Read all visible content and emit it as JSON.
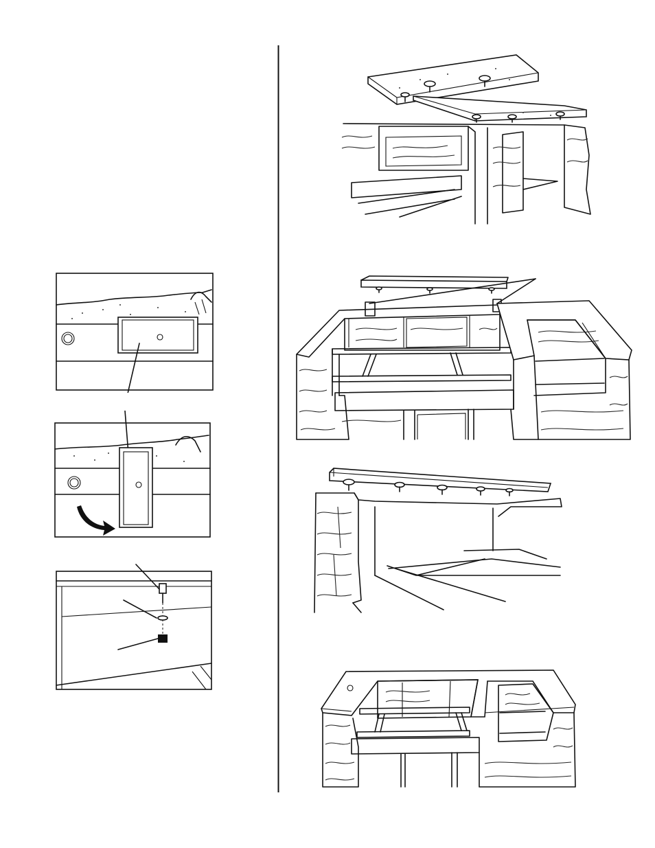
{
  "page": {
    "figures": [
      {
        "id": "countertop-lowering",
        "kind": "illustration"
      },
      {
        "id": "front-panel-installation",
        "kind": "illustration"
      },
      {
        "id": "side-panel-installation",
        "kind": "illustration"
      },
      {
        "id": "completed-island",
        "kind": "illustration"
      },
      {
        "id": "bracket-detail-before",
        "kind": "detail-inset"
      },
      {
        "id": "bracket-detail-after",
        "kind": "detail-inset"
      },
      {
        "id": "fastener-detail",
        "kind": "detail-inset"
      }
    ]
  },
  "colors": {
    "line": "#111111",
    "paper": "#ffffff",
    "stone_edge": "#222222"
  }
}
